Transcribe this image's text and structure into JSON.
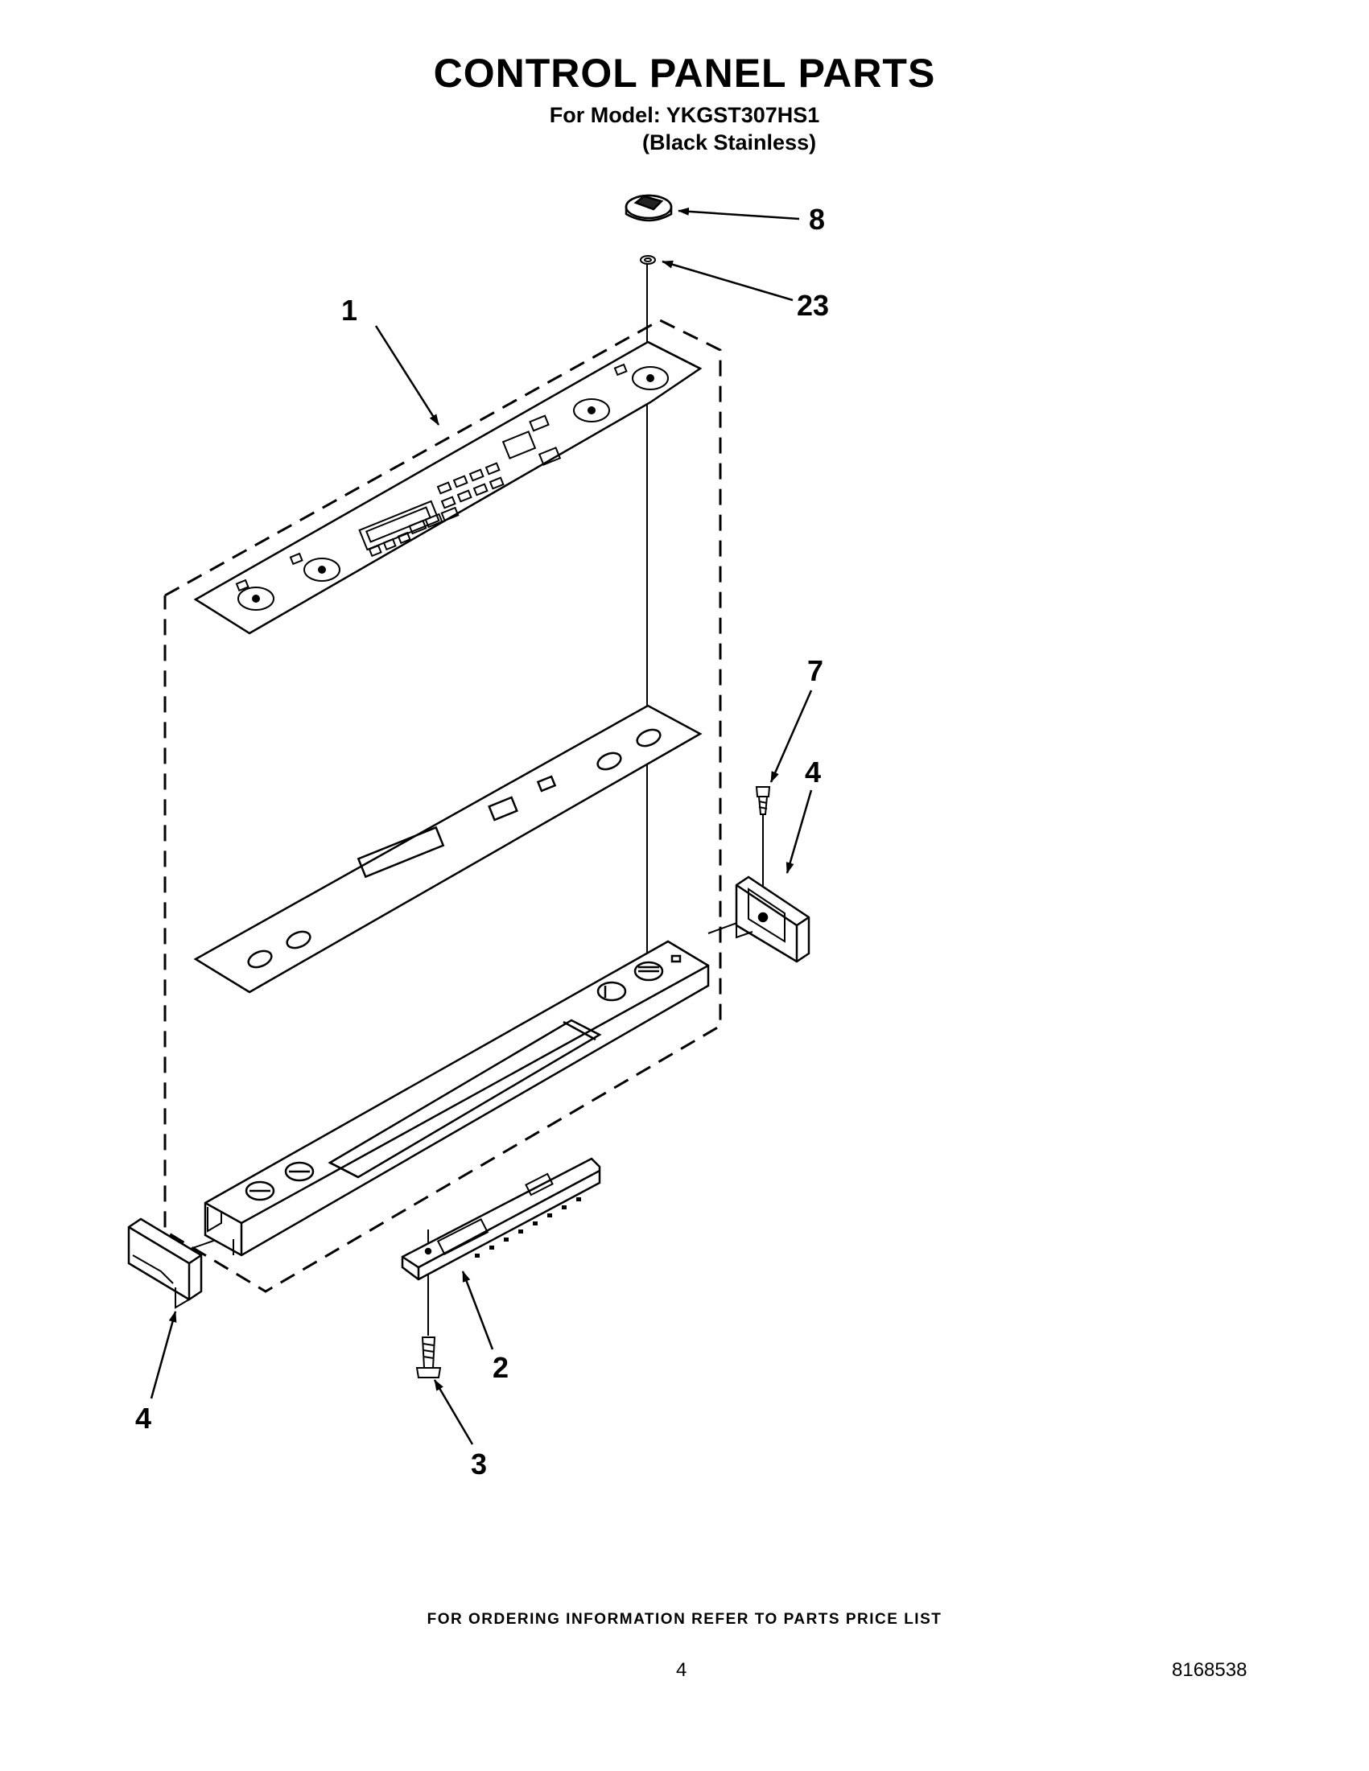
{
  "title": "CONTROL PANEL PARTS",
  "model_line": "For Model: YKGST307HS1",
  "model_variant": "(Black Stainless)",
  "callouts": {
    "c1": "1",
    "c2": "2",
    "c3": "3",
    "c4_left": "4",
    "c4_right": "4",
    "c7": "7",
    "c8": "8",
    "c23": "23"
  },
  "footer": {
    "ordering_note": "FOR ORDERING INFORMATION REFER TO PARTS PRICE LIST",
    "page_number": "4",
    "document_number": "8168538"
  }
}
